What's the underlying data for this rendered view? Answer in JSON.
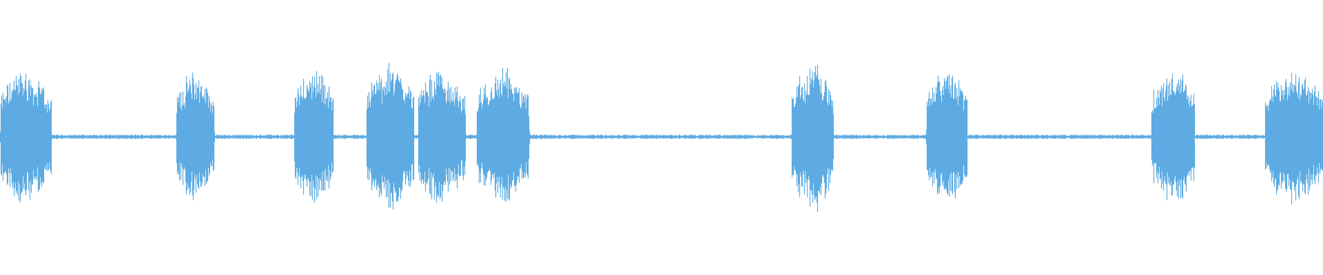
{
  "waveform": {
    "color": "#5dabe2",
    "background": "#ffffff",
    "duration_fraction_bursts": [
      {
        "start": 0.0,
        "peak": 0.017,
        "end": 0.039,
        "amplitude": 0.92
      },
      {
        "start": 0.133,
        "peak": 0.147,
        "end": 0.162,
        "amplitude": 0.9
      },
      {
        "start": 0.222,
        "peak": 0.238,
        "end": 0.252,
        "amplitude": 0.95
      },
      {
        "start": 0.277,
        "peak": 0.298,
        "end": 0.313,
        "amplitude": 1.0
      },
      {
        "start": 0.316,
        "peak": 0.331,
        "end": 0.352,
        "amplitude": 0.92
      },
      {
        "start": 0.36,
        "peak": 0.382,
        "end": 0.4,
        "amplitude": 0.92
      },
      {
        "start": 0.598,
        "peak": 0.617,
        "end": 0.63,
        "amplitude": 1.0
      },
      {
        "start": 0.7,
        "peak": 0.718,
        "end": 0.731,
        "amplitude": 0.94
      },
      {
        "start": 0.87,
        "peak": 0.89,
        "end": 0.903,
        "amplitude": 0.94
      },
      {
        "start": 0.956,
        "peak": 0.978,
        "end": 1.0,
        "amplitude": 0.94
      }
    ],
    "baseline_amplitude": 0.03
  }
}
